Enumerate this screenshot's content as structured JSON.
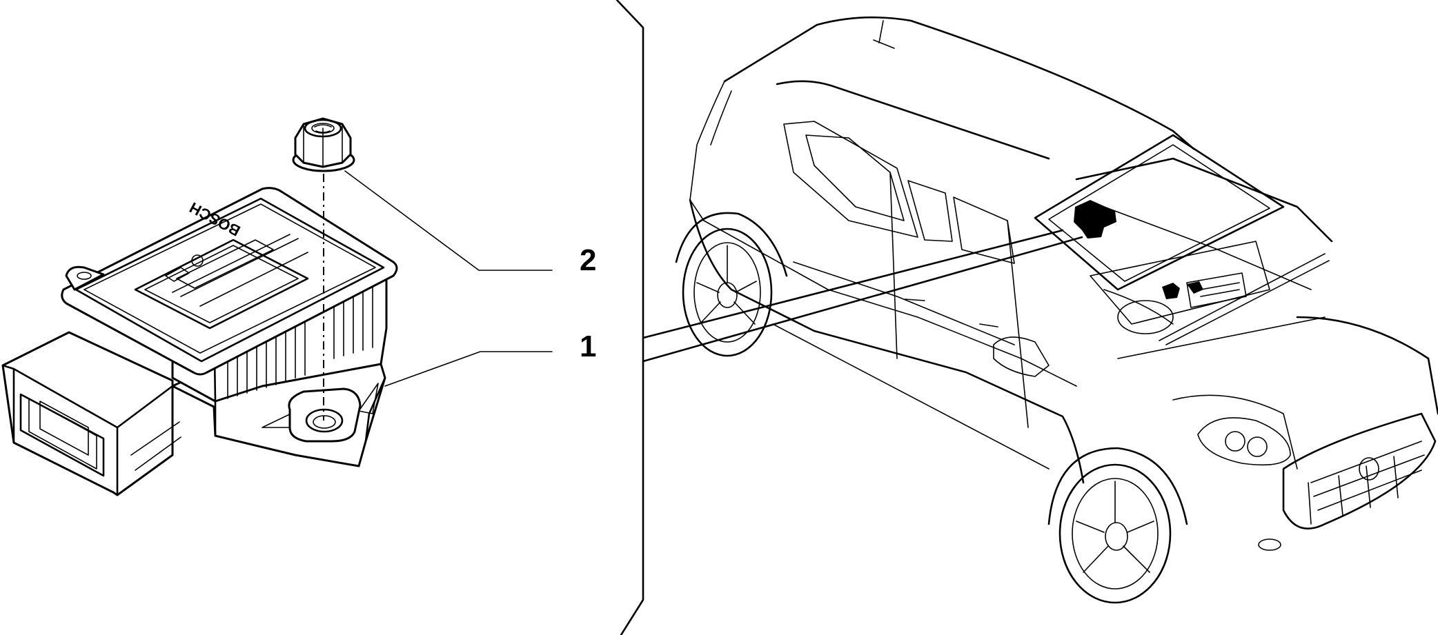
{
  "callouts": [
    {
      "number": "2",
      "part": "nut"
    },
    {
      "number": "1",
      "part": "sensor"
    }
  ],
  "sensor_brand_text": "BOSCH",
  "colors": {
    "line": "#000000",
    "background": "#ffffff"
  }
}
